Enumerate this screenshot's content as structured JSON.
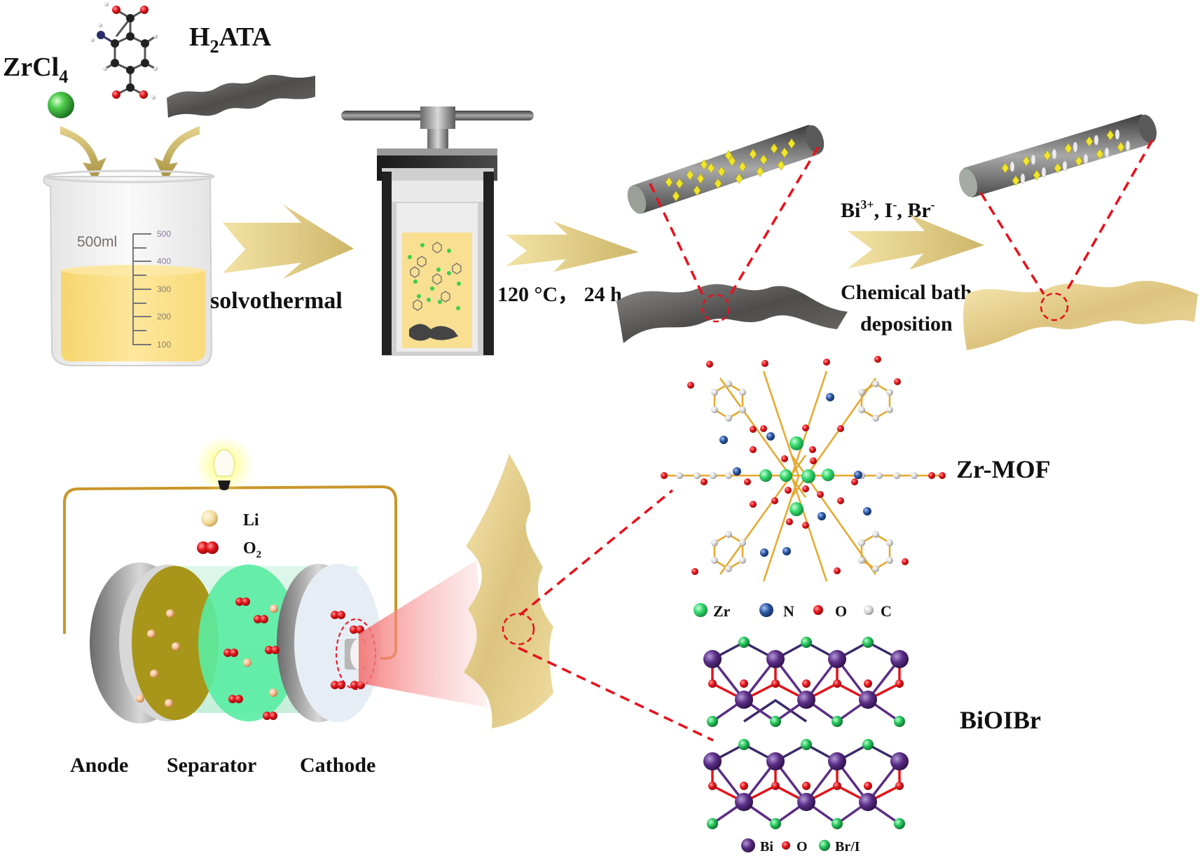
{
  "colors": {
    "background": "#ffffff",
    "arrow_gold": "#e2cf86",
    "solution_yellow": "#fbe08a",
    "graphene_gray": "#5d5b5a",
    "coated_sheet": "#ecd79a",
    "dashed_red": "#e8101a",
    "zr_green": "#2fd66a",
    "n_blue": "#2b57a6",
    "o_red": "#e3141a",
    "c_gray": "#d9d9d9",
    "bi_purple": "#5a2d86",
    "br_i_green": "#22c25a",
    "wire_gold": "#c9962a",
    "separator_green": "#59eca2",
    "anode_olive": "#a8961a"
  },
  "synthesis": {
    "reagent_zr": {
      "text": "ZrCl",
      "sub": "4"
    },
    "reagent_linker": {
      "pre": "H",
      "sub": "2",
      "post": "ATA"
    },
    "beaker": {
      "volume_label": "500ml",
      "scale_ticks": [
        "500",
        "400",
        "300",
        "200",
        "100"
      ],
      "fill_level_ml": 360
    },
    "step1_label": "solvothermal",
    "step2_label": "120 °C，  24 h",
    "step3_ions": {
      "bi": "Bi",
      "bi_sup": "3+",
      "i": ", I",
      "i_sup": "-",
      "br": ", Br",
      "br_sup": "-"
    },
    "step3_label_line1": "Chemical bath",
    "step3_label_line2": "deposition"
  },
  "battery": {
    "legend_li": "Li",
    "legend_o2": {
      "text": "O",
      "sub": "2"
    },
    "labels": {
      "anode": "Anode",
      "separator": "Separator",
      "cathode": "Cathode"
    }
  },
  "structures": {
    "zr_mof": {
      "title": "Zr-MOF",
      "legend": [
        "Zr",
        "N",
        "O",
        "C"
      ]
    },
    "bioibr": {
      "title": "BiOIBr",
      "legend": [
        "Bi",
        "O",
        "Br/I"
      ]
    }
  }
}
